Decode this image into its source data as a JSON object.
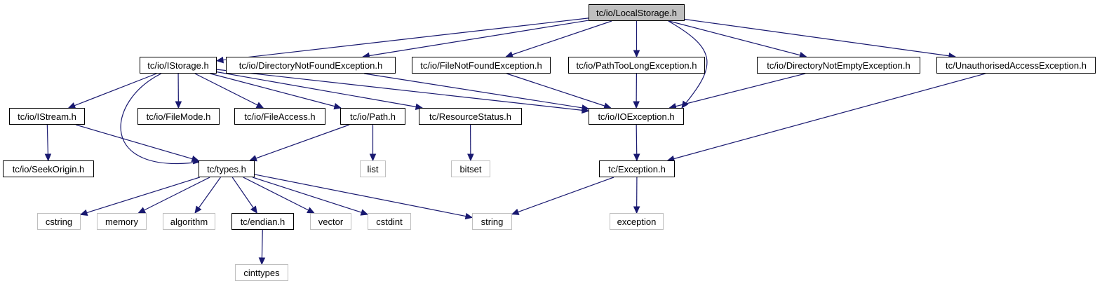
{
  "colors": {
    "edge": "#191970",
    "root_fill": "#bfbfbf",
    "external_border": "#bfbfbf",
    "node_border": "#000000"
  },
  "nodes": {
    "local_storage": "tc/io/LocalStorage.h",
    "istorage": "tc/io/IStorage.h",
    "dir_not_found": "tc/io/DirectoryNotFoundException.h",
    "file_not_found": "tc/io/FileNotFoundException.h",
    "path_too_long": "tc/io/PathTooLongException.h",
    "dir_not_empty": "tc/io/DirectoryNotEmptyException.h",
    "unauthorised": "tc/UnauthorisedAccessException.h",
    "istream": "tc/io/IStream.h",
    "file_mode": "tc/io/FileMode.h",
    "file_access": "tc/io/FileAccess.h",
    "path": "tc/io/Path.h",
    "resource_status": "tc/ResourceStatus.h",
    "io_exception": "tc/io/IOException.h",
    "seek_origin": "tc/io/SeekOrigin.h",
    "types": "tc/types.h",
    "list": "list",
    "bitset": "bitset",
    "exception_h": "tc/Exception.h",
    "cstring": "cstring",
    "memory": "memory",
    "algorithm": "algorithm",
    "endian": "tc/endian.h",
    "vector": "vector",
    "cstdint": "cstdint",
    "string": "string",
    "exception": "exception",
    "cinttypes": "cinttypes"
  },
  "edges": [
    [
      "local_storage",
      "istorage"
    ],
    [
      "local_storage",
      "dir_not_found"
    ],
    [
      "local_storage",
      "file_not_found"
    ],
    [
      "local_storage",
      "path_too_long"
    ],
    [
      "local_storage",
      "io_exception"
    ],
    [
      "local_storage",
      "dir_not_empty"
    ],
    [
      "local_storage",
      "unauthorised"
    ],
    [
      "istorage",
      "istream"
    ],
    [
      "istorage",
      "types"
    ],
    [
      "istorage",
      "file_mode"
    ],
    [
      "istorage",
      "file_access"
    ],
    [
      "istorage",
      "path"
    ],
    [
      "istorage",
      "resource_status"
    ],
    [
      "istorage",
      "io_exception"
    ],
    [
      "dir_not_found",
      "io_exception"
    ],
    [
      "file_not_found",
      "io_exception"
    ],
    [
      "path_too_long",
      "io_exception"
    ],
    [
      "dir_not_empty",
      "io_exception"
    ],
    [
      "unauthorised",
      "exception_h"
    ],
    [
      "istream",
      "seek_origin"
    ],
    [
      "istream",
      "types"
    ],
    [
      "path",
      "types"
    ],
    [
      "path",
      "list"
    ],
    [
      "resource_status",
      "bitset"
    ],
    [
      "io_exception",
      "exception_h"
    ],
    [
      "types",
      "cstring"
    ],
    [
      "types",
      "memory"
    ],
    [
      "types",
      "algorithm"
    ],
    [
      "types",
      "endian"
    ],
    [
      "types",
      "vector"
    ],
    [
      "types",
      "cstdint"
    ],
    [
      "types",
      "string"
    ],
    [
      "exception_h",
      "string"
    ],
    [
      "exception_h",
      "exception"
    ],
    [
      "endian",
      "cinttypes"
    ]
  ]
}
